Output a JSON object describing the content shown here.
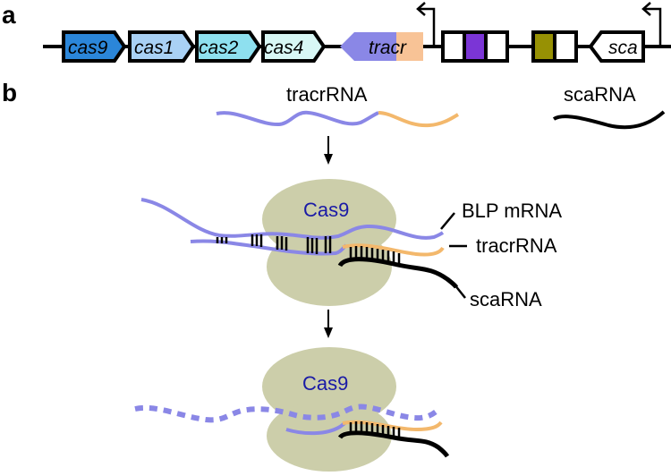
{
  "panels": {
    "a": {
      "label": "a",
      "genes": [
        {
          "name": "cas9",
          "label": "cas9",
          "color": "#2b86d9",
          "direction": "forward"
        },
        {
          "name": "cas1",
          "label": "cas1",
          "color": "#a9d1f5",
          "direction": "forward"
        },
        {
          "name": "cas2",
          "label": "cas2",
          "color": "#8ee0ef",
          "direction": "forward"
        },
        {
          "name": "cas4",
          "label": "cas4",
          "color": "#d8f7f5",
          "direction": "forward"
        },
        {
          "name": "tracr",
          "label": "tracr",
          "color": "#8a87e6",
          "secondary_color": "#f8c396",
          "direction": "reverse"
        },
        {
          "name": "sca",
          "label": "sca",
          "color": "#ffffff",
          "direction": "reverse"
        }
      ],
      "crispr_array": {
        "spacer_colors": [
          "#ffffff",
          "#7b35d6",
          "#ffffff",
          "#979104",
          "#ffffff"
        ]
      },
      "promoters": 2
    },
    "b": {
      "label": "b",
      "free_rna": {
        "tracrRNA_label": "tracrRNA",
        "scaRNA_label": "scaRNA"
      },
      "complex1": {
        "protein_label": "Cas9",
        "callouts": [
          "BLP mRNA",
          "tracrRNA",
          "scaRNA"
        ]
      },
      "complex2": {
        "protein_label": "Cas9"
      }
    }
  },
  "colors": {
    "mrna": "#8a87e6",
    "tracr_repeat": "#f3b86c",
    "scarna": "#000000",
    "cas9_protein": "#ccceaa",
    "cas9_text": "#1a1aa6"
  }
}
